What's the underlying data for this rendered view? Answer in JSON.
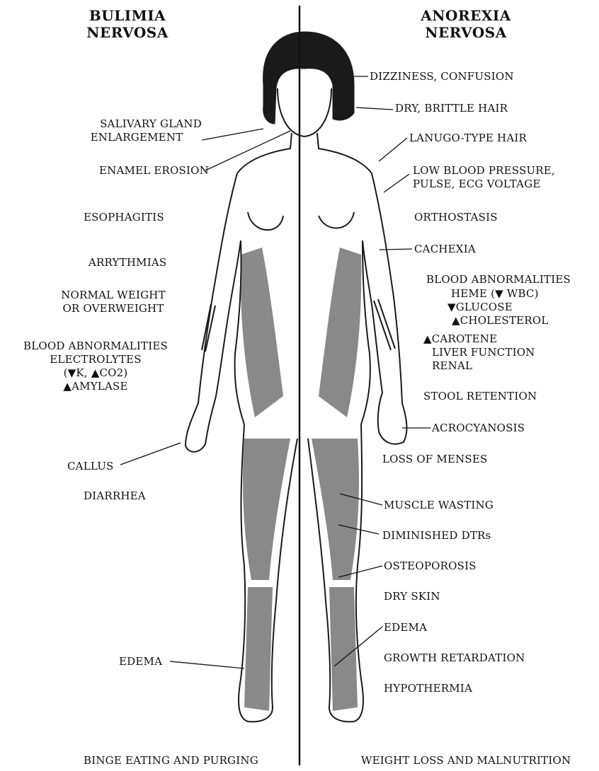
{
  "titles": {
    "left": [
      "BULIMIA",
      "NERVOSA"
    ],
    "right": [
      "ANOREXIA",
      "NERVOSA"
    ]
  },
  "left_labels": {
    "salivary": [
      "SALIVARY GLAND",
      "ENLARGEMENT"
    ],
    "enamel": "ENAMEL EROSION",
    "esophagitis": "ESOPHAGITIS",
    "arrythmias": "ARRYTHMIAS",
    "weight": [
      "NORMAL WEIGHT",
      "OR OVERWEIGHT"
    ],
    "blood": [
      "BLOOD ABNORMALITIES",
      "ELECTROLYTES",
      "(▼K, ▲CO2)",
      "▲AMYLASE"
    ],
    "callus": "CALLUS",
    "diarrhea": "DIARRHEA",
    "edema": "EDEMA"
  },
  "right_labels": {
    "dizziness": "DIZZINESS, CONFUSION",
    "hair": "DRY, BRITTLE HAIR",
    "lanugo": "LANUGO-TYPE HAIR",
    "pressure": [
      "LOW BLOOD PRESSURE,",
      "PULSE, ECG VOLTAGE"
    ],
    "orthostasis": "ORTHOSTASIS",
    "cachexia": "CACHEXIA",
    "blood_title": "BLOOD ABNORMALITIES",
    "blood_items": [
      "HEME (▼ WBC)",
      "▼GLUCOSE",
      "▲CHOLESTEROL",
      "▲CAROTENE",
      "LIVER FUNCTION",
      "RENAL"
    ],
    "stool": "STOOL RETENTION",
    "acrocyanosis": "ACROCYANOSIS",
    "menses": "LOSS OF MENSES",
    "muscle": "MUSCLE WASTING",
    "dtrs": "DIMINISHED DTRs",
    "osteoporosis": "OSTEOPOROSIS",
    "dryskin": "DRY SKIN",
    "edema": "EDEMA",
    "growth": "GROWTH RETARDATION",
    "hypothermia": "HYPOTHERMIA"
  },
  "footers": {
    "left": "BINGE EATING AND PURGING",
    "right": "WEIGHT LOSS AND MALNUTRITION"
  }
}
